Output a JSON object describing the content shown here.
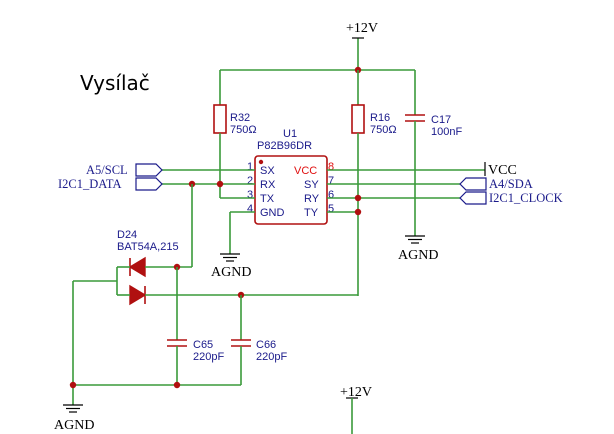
{
  "title": "Vysílač",
  "power": {
    "top": "+12V",
    "bottom": "+12V",
    "vcc": "VCC"
  },
  "ground": {
    "g1": "AGND",
    "g2": "AGND",
    "g3": "AGND"
  },
  "r32": {
    "ref": "R32",
    "value": "750Ω"
  },
  "r16": {
    "ref": "R16",
    "value": "750Ω"
  },
  "c17": {
    "ref": "C17",
    "value": "100nF"
  },
  "c65": {
    "ref": "C65",
    "value": "220pF"
  },
  "c66": {
    "ref": "C66",
    "value": "220pF"
  },
  "d24": {
    "ref": "D24",
    "value": "BAT54A,215"
  },
  "u1": {
    "ref": "U1",
    "part": "P82B96DR",
    "pins": {
      "sx": {
        "num": "1",
        "name": "SX"
      },
      "rx": {
        "num": "2",
        "name": "RX"
      },
      "tx": {
        "num": "3",
        "name": "TX"
      },
      "gnd": {
        "num": "4",
        "name": "GND"
      },
      "vcc": {
        "num": "8",
        "name": "VCC"
      },
      "sy": {
        "num": "7",
        "name": "SY"
      },
      "ry": {
        "num": "6",
        "name": "RY"
      },
      "ty": {
        "num": "5",
        "name": "TY"
      }
    }
  },
  "nets": {
    "a5_scl": "A5/SCL",
    "i2c1_data": "I2C1_DATA",
    "a4_sda": "A4/SDA",
    "i2c1_clock": "I2C1_CLOCK"
  }
}
